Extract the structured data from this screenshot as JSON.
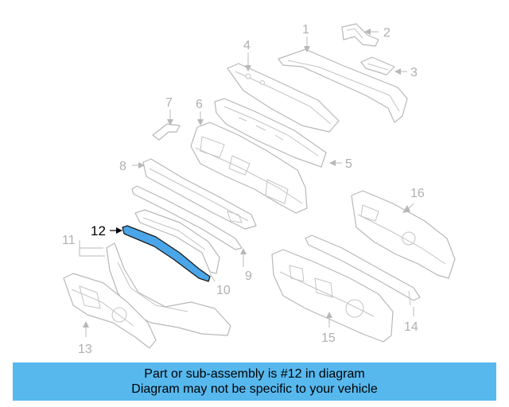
{
  "diagram": {
    "callouts": {
      "c1": "1",
      "c2": "2",
      "c3": "3",
      "c4": "4",
      "c5": "5",
      "c6": "6",
      "c7": "7",
      "c8": "8",
      "c9": "9",
      "c10": "10",
      "c11": "11",
      "c12": "12",
      "c13": "13",
      "c14": "14",
      "c15": "15",
      "c16": "16"
    },
    "highlighted_part": "12",
    "colors": {
      "highlight": "#4aa6e8",
      "line": "#b8b8b8",
      "banner": "#57b8ee"
    }
  },
  "banner": {
    "line1": "Part or sub-assembly is #12 in diagram",
    "line2": "Diagram may not be specific to your vehicle"
  }
}
